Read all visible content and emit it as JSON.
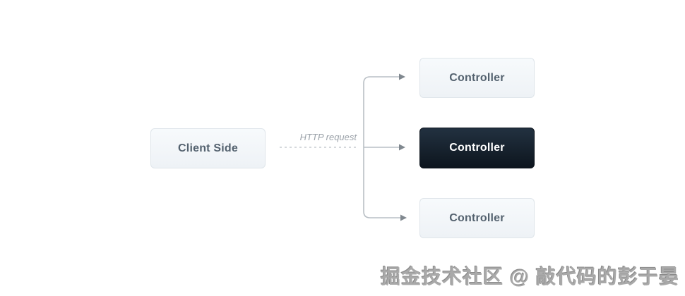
{
  "diagram": {
    "client_box": {
      "label": "Client Side"
    },
    "arrow_label": "HTTP request",
    "controllers": [
      {
        "label": "Controller",
        "variant": "light"
      },
      {
        "label": "Controller",
        "variant": "dark"
      },
      {
        "label": "Controller",
        "variant": "light"
      }
    ],
    "watermark": "掘金技术社区 @ 敲代码的彭于晏",
    "colors": {
      "connector": "#b9bfc5",
      "connector_dash": "#c7ccd0",
      "arrowhead": "#80888f",
      "light_box_bg": "#f3f6f9",
      "light_box_border": "#dfe5ea",
      "light_box_text": "#54626f",
      "dark_box_gradient_top": "#223140",
      "dark_box_gradient_bottom": "#0d151e",
      "dark_box_text": "#ffffff",
      "arrow_label_text": "#9ba2a9",
      "watermark_text": "#a9a9a9"
    }
  }
}
